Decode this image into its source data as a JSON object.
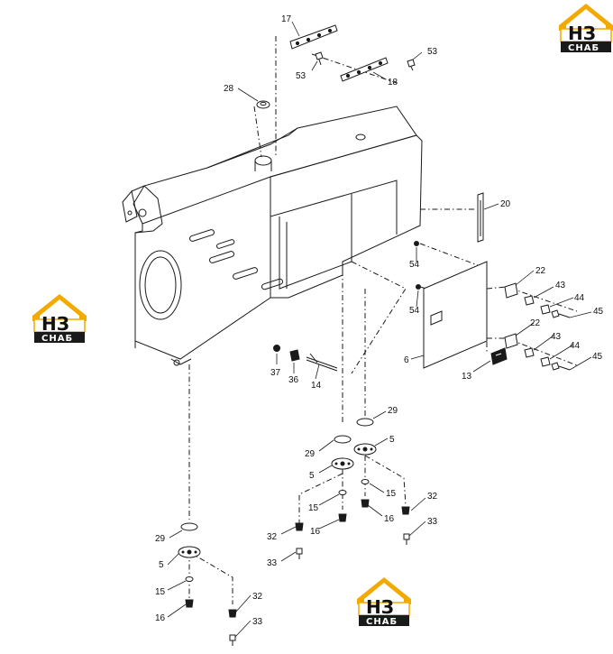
{
  "logo": {
    "mark": "НЗ",
    "caption": "СНАБ",
    "colors": {
      "roof": "#f2a900",
      "plate": "#1a1a1a",
      "glyph": "#111111"
    }
  },
  "callouts": [
    {
      "id": "c17a",
      "label": "17"
    },
    {
      "id": "c53a",
      "label": "53"
    },
    {
      "id": "c53b",
      "label": "53"
    },
    {
      "id": "c18",
      "label": "18"
    },
    {
      "id": "c28",
      "label": "28"
    },
    {
      "id": "c20",
      "label": "20"
    },
    {
      "id": "c54a",
      "label": "54"
    },
    {
      "id": "c54b",
      "label": "54"
    },
    {
      "id": "c22a",
      "label": "22"
    },
    {
      "id": "c43a",
      "label": "43"
    },
    {
      "id": "c44a",
      "label": "44"
    },
    {
      "id": "c45a",
      "label": "45"
    },
    {
      "id": "c22b",
      "label": "22"
    },
    {
      "id": "c43b",
      "label": "43"
    },
    {
      "id": "c44b",
      "label": "44"
    },
    {
      "id": "c45b",
      "label": "45"
    },
    {
      "id": "c6",
      "label": "6"
    },
    {
      "id": "c13",
      "label": "13"
    },
    {
      "id": "c37",
      "label": "37"
    },
    {
      "id": "c36",
      "label": "36"
    },
    {
      "id": "c14",
      "label": "14"
    },
    {
      "id": "c29a",
      "label": "29"
    },
    {
      "id": "c29b",
      "label": "29"
    },
    {
      "id": "c5a",
      "label": "5"
    },
    {
      "id": "c5b",
      "label": "5"
    },
    {
      "id": "c15a",
      "label": "15"
    },
    {
      "id": "c15b",
      "label": "15"
    },
    {
      "id": "c16a",
      "label": "16"
    },
    {
      "id": "c16b",
      "label": "16"
    },
    {
      "id": "c32a",
      "label": "32"
    },
    {
      "id": "c32b",
      "label": "32"
    },
    {
      "id": "c33a",
      "label": "33"
    },
    {
      "id": "c33b",
      "label": "33"
    },
    {
      "id": "c29c",
      "label": "29"
    },
    {
      "id": "c5c",
      "label": "5"
    },
    {
      "id": "c15c",
      "label": "15"
    },
    {
      "id": "c16c",
      "label": "16"
    },
    {
      "id": "c32c",
      "label": "32"
    },
    {
      "id": "c33c",
      "label": "33"
    }
  ]
}
